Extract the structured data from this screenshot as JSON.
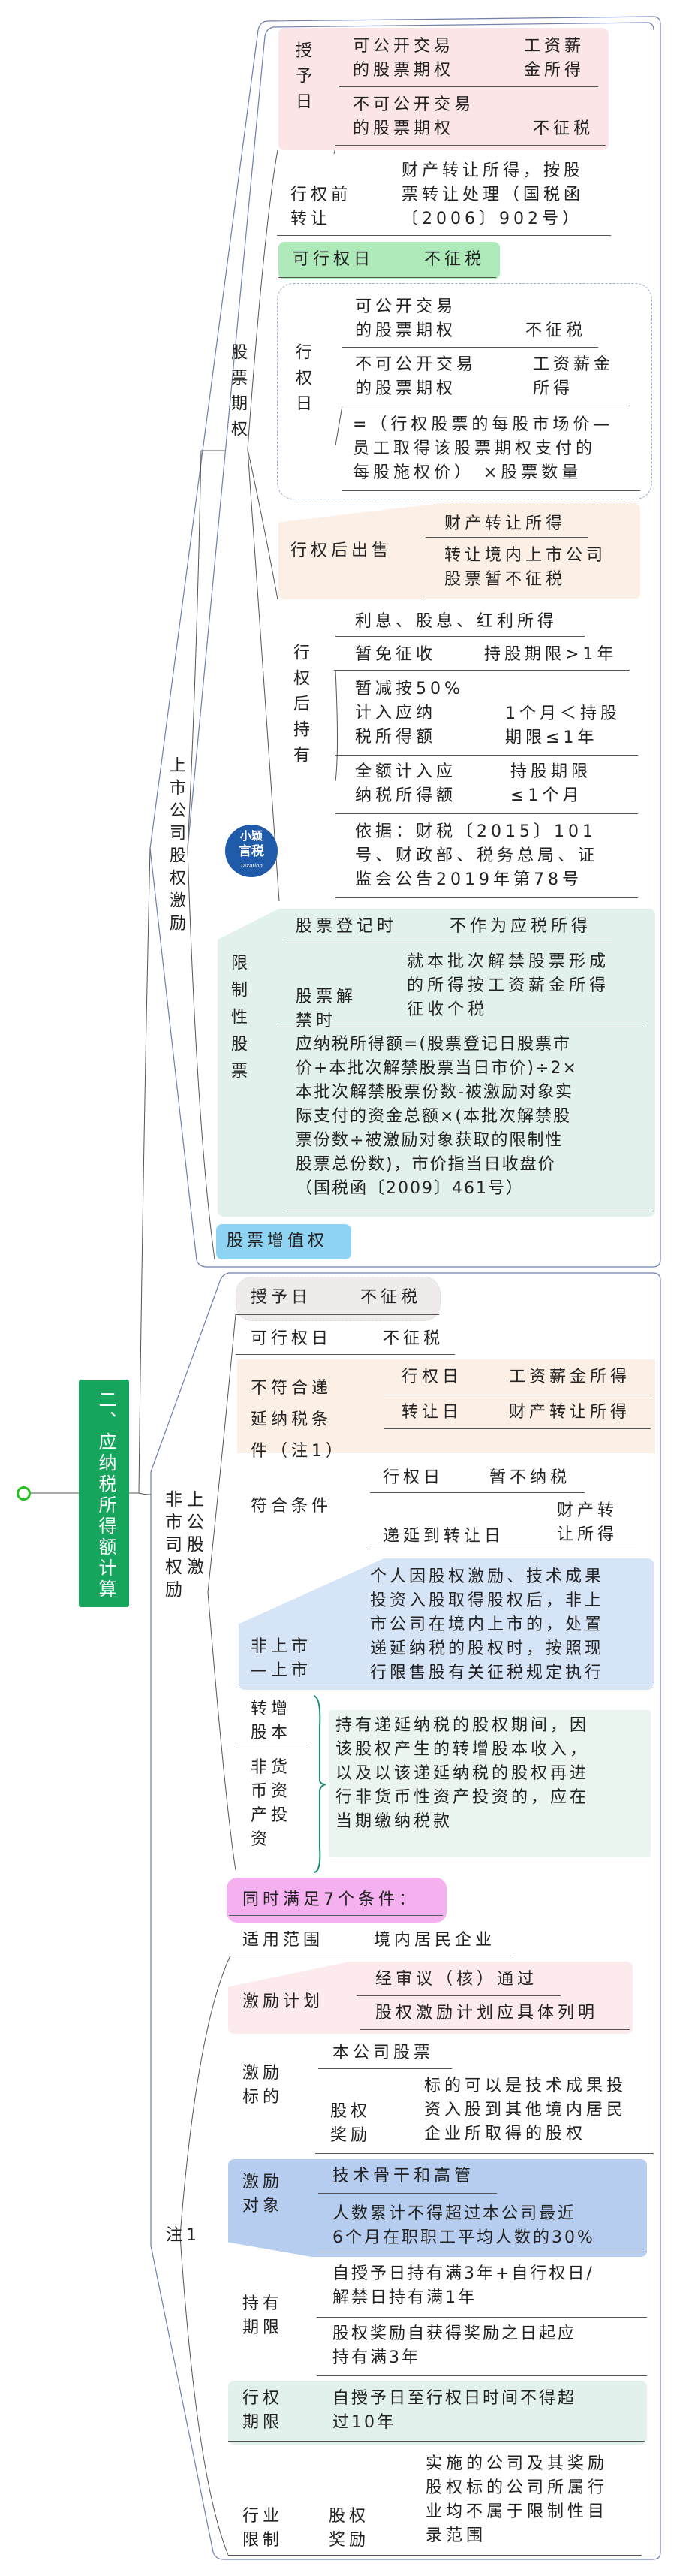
{
  "colors": {
    "root": "#15a55c",
    "pink": "#fbe5e6",
    "green": "#aeeab9",
    "peach": "#fcefe6",
    "teal": "#e2f1ec",
    "blue_light": "#d6e4f8",
    "sky": "#8fd3f2",
    "magenta": "#f5b0ef",
    "blue": "#b6cdef"
  },
  "root": {
    "label": "二、应纳税所得额计算"
  },
  "listed": {
    "label": "上市公司股权激励",
    "stock_option": {
      "label": "股票期权",
      "grant": {
        "label": "授予日",
        "r1_k": "可公开交易\n的股票期权",
        "r1_v": "工资薪\n金所得",
        "r2_k": "不可公开交易\n的股票期权",
        "r2_v": "不征税"
      },
      "pre_transfer": {
        "label": "行权前\n转让",
        "value": "财产转让所得，按股\n票转让处理（国税函\n〔2006〕902号）"
      },
      "vesting": {
        "label": "可行权日",
        "value": "不征税"
      },
      "exercise": {
        "label": "行权日",
        "r1_k": "可公开交易\n的股票期权",
        "r1_v": "不征税",
        "r2_k": "不可公开交易\n的股票期权",
        "r2_v": "工资薪金\n所得",
        "formula": "=（行权股票的每股市场价—\n员工取得该股票期权支付的\n每股施权价） ×股票数量"
      },
      "sell": {
        "label": "行权后出售",
        "v1": "财产转让所得",
        "v2": "转让境内上市公司\n股票暂不征税"
      },
      "hold": {
        "label": "行权后持有",
        "r0": "利息、股息、红利所得",
        "r1_k": "暂免征收",
        "r1_v": "持股期限>1年",
        "r2_k": "暂减按50%\n计入应纳\n税所得额",
        "r2_v": "1个月＜持股\n期限≤1年",
        "r3_k": "全额计入应\n纳税所得额",
        "r3_v": "持股期限\n≤1个月",
        "basis": "依据：财税〔2015〕101\n号、财政部、税务总局、证\n监会公告2019年第78号"
      }
    },
    "logo": {
      "line1": "小颖",
      "line2": "言税",
      "line3": "Taxation"
    },
    "restricted": {
      "label": "限制性股票",
      "r1_k": "股票登记时",
      "r1_v": "不作为应税所得",
      "r2_k": "股票解\n禁时",
      "r2_v": "就本批次解禁股票形成\n的所得按工资薪金所得\n征收个税",
      "formula": "应纳税所得额=(股票登记日股票市\n价+本批次解禁股票当日市价)÷2×\n本批次解禁股票份数-被激励对象实\n际支付的资金总额×(本批次解禁股\n票份数÷被激励对象获取的限制性\n股票总份数)，市价指当日收盘价\n（国税函〔2009〕461号）"
    },
    "sar": {
      "label": "股票增值权"
    }
  },
  "unlisted": {
    "label": "非上\n市公\n司股\n权激\n励",
    "grant": {
      "label": "授予日",
      "value": "不征税"
    },
    "vesting": {
      "label": "可行权日",
      "value": "不征税"
    },
    "not_qualified": {
      "label": "不符合递\n延纳税条\n件（注1）",
      "r1_k": "行权日",
      "r1_v": "工资薪金所得",
      "r2_k": "转让日",
      "r2_v": "财产转让所得"
    },
    "qualified": {
      "label": "符合条件",
      "r1_k": "行权日",
      "r1_v": "暂不纳税",
      "r2_k": "递延到转让日",
      "r2_v": "财产转\n让所得"
    },
    "ipo": {
      "label": "非上市\n—上市",
      "value": "个人因股权激励、技术成果\n投资入股取得股权后，非上\n市公司在境内上市的，处置\n递延纳税的股权时，按照现\n行限售股有关征税规定执行"
    },
    "capital": {
      "label1": "转增\n股本",
      "label2": "非货\n币资\n产投\n资",
      "value": "持有递延纳税的股权期间，因\n该股权产生的转增股本收入，\n以及以该递延纳税的股权再进\n行非货币性资产投资的，应在\n当期缴纳税款"
    }
  },
  "note1": {
    "label": "注1",
    "header": "同时满足7个条件：",
    "scope": {
      "label": "适用范围",
      "value": "境内居民企业"
    },
    "plan": {
      "label": "激励计划",
      "v1": "经审议（核）通过",
      "v2": "股权激励计划应具体列明"
    },
    "target": {
      "label": "激励\n标的",
      "v1": "本公司股票",
      "k2": "股权\n奖励",
      "v2": "标的可以是技术成果投\n资入股到其他境内居民\n企业所取得的股权"
    },
    "object": {
      "label": "激励\n对象",
      "v1": "技术骨干和高管",
      "v2": "人数累计不得超过本公司最近\n6个月在职职工平均人数的30%"
    },
    "holding": {
      "label": "持有\n期限",
      "v1": "自授予日持有满3年+自行权日/\n解禁日持有满1年",
      "v2": "股权奖励自获得奖励之日起应\n持有满3年"
    },
    "exercise": {
      "label": "行权\n期限",
      "value": "自授予日至行权日时间不得超\n过10年"
    },
    "industry": {
      "label": "行业\n限制",
      "k": "股权\n奖励",
      "value": "实施的公司及其奖励\n股权标的公司所属行\n业均不属于限制性目\n录范围"
    }
  }
}
